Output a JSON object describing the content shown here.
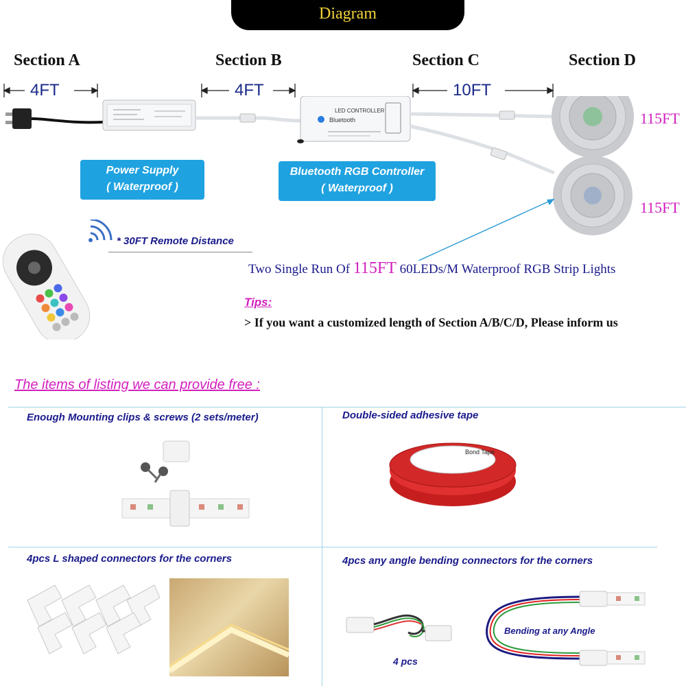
{
  "header": {
    "title": "Diagram"
  },
  "sections": {
    "a": {
      "label": "Section A",
      "distance": "4FT"
    },
    "b": {
      "label": "Section B",
      "distance": "4FT"
    },
    "c": {
      "label": "Section C",
      "distance": "10FT"
    },
    "d": {
      "label": "Section D"
    }
  },
  "devices": {
    "power_supply": {
      "line1": "Power Supply",
      "line2": "( Waterproof )"
    },
    "controller": {
      "line1": "Bluetooth RGB Controller",
      "line2": "( Waterproof )",
      "panel_title": "LED CONTROLLER",
      "panel_bt": "Bluetooth"
    }
  },
  "reels": {
    "reel1_length": "115FT",
    "reel2_length": "115FT"
  },
  "remote": {
    "distance_note": "* 30FT Remote Distance"
  },
  "strip_note": {
    "prefix": "Two Single Run Of",
    "highlight": "115FT",
    "suffix": "60LEDs/M Waterproof RGB Strip Lights"
  },
  "tips": {
    "title": "Tips:",
    "text": "> If you want a customized length of Section A/B/C/D, Please inform us"
  },
  "free_items": {
    "heading": "The items of listing we can provide free :",
    "items": [
      {
        "caption": "Enough Mounting clips & screws (2 sets/meter)"
      },
      {
        "caption": "Double-sided adhesive tape",
        "tape_label": "Bond Tape"
      },
      {
        "caption": "4pcs L shaped connectors for the corners"
      },
      {
        "caption": "4pcs any angle bending connectors for the corners",
        "count_label": "4 pcs",
        "bend_label": "Bending at any Angle"
      }
    ]
  },
  "colors": {
    "banner_bg": "#000000",
    "banner_text": "#f2d33c",
    "label_blue": "#1fa2e0",
    "accent_magenta": "#d21fbf",
    "caption_navy": "#1a1a8c"
  }
}
